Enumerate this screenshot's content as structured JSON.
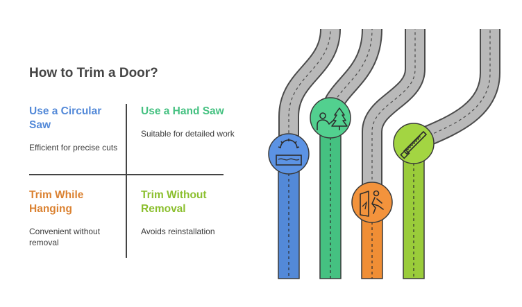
{
  "title": "How to Trim a Door?",
  "colors": {
    "blue": "#5389d8",
    "green": "#45c181",
    "orange": "#db8232",
    "lime": "#8bbf2e",
    "road": "#b9b9b9",
    "road_outline": "#4a4a4a"
  },
  "methods": [
    {
      "title": "Use a Circular Saw",
      "description": "Efficient for precise cuts",
      "icon": "circular-saw-icon"
    },
    {
      "title": "Use a Hand Saw",
      "description": "Suitable for detailed work",
      "icon": "hand-saw-tree-icon"
    },
    {
      "title": "Trim While Hanging",
      "description": "Convenient without removal",
      "icon": "door-worker-icon"
    },
    {
      "title": "Trim Without Removal",
      "description": "Avoids reinstallation",
      "icon": "hand-saw-icon"
    }
  ]
}
